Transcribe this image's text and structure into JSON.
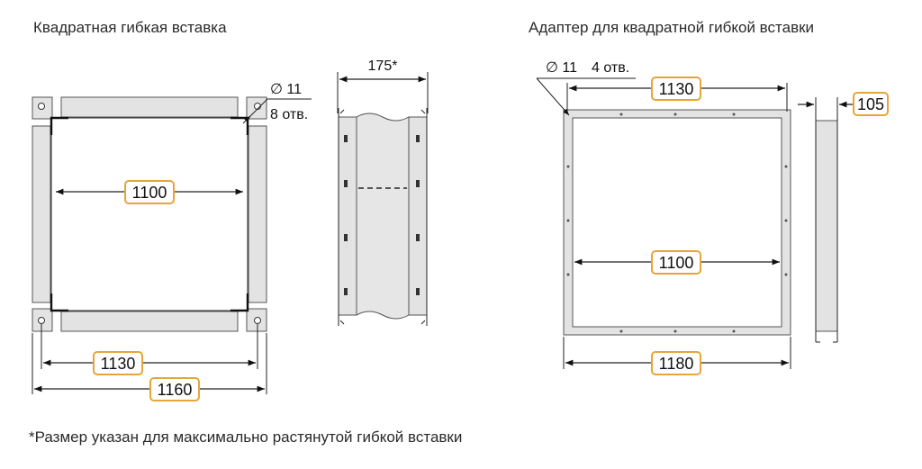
{
  "titles": {
    "left": "Квадратная гибкая вставка",
    "right": "Адаптер для квадратной гибкой вставки"
  },
  "left_view": {
    "hole_diameter": "∅ 11",
    "hole_count": "8 отв.",
    "inner": "1100",
    "hole_pitch": "1130",
    "outer": "1160"
  },
  "side_view": {
    "depth": "175*"
  },
  "adapter": {
    "hole_diameter": "∅ 11",
    "hole_count": "4 отв.",
    "hole_pitch": "1130",
    "inner": "1100",
    "outer": "1180",
    "depth": "105"
  },
  "footnote": "*Размер указан для максимально растянутой гибкой вставки",
  "colors": {
    "label_border": "#e6a53a",
    "frame_fill": "#e3e3e3",
    "line": "#222222"
  }
}
